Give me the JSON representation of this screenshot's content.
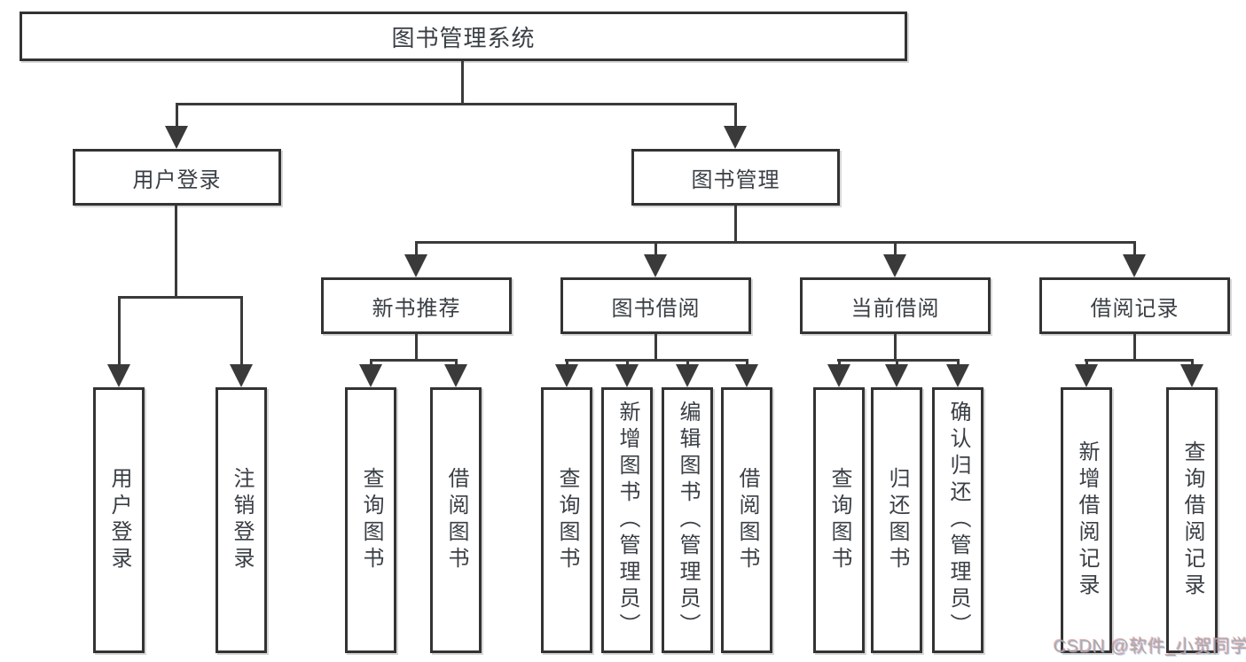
{
  "colors": {
    "background": "#ffffff",
    "box_border": "#333333",
    "connector_line": "#3a3a3a",
    "text": "#3a3f45",
    "watermark_text": "#ababab"
  },
  "diagram": {
    "root": {
      "label": "图书管理系统"
    },
    "level2": [
      {
        "label": "用户登录"
      },
      {
        "label": "图书管理"
      }
    ],
    "level3": [
      {
        "label": "新书推荐"
      },
      {
        "label": "图书借阅"
      },
      {
        "label": "当前借阅"
      },
      {
        "label": "借阅记录"
      }
    ],
    "leaves": [
      {
        "label": "用户登录"
      },
      {
        "label": "注销登录"
      },
      {
        "label": "查询图书"
      },
      {
        "label": "借阅图书"
      },
      {
        "label": "查询图书"
      },
      {
        "label": "新增图书（管理员）"
      },
      {
        "label": "编辑图书（管理员）"
      },
      {
        "label": "借阅图书"
      },
      {
        "label": "查询图书"
      },
      {
        "label": "归还图书"
      },
      {
        "label": "确认归还（管理员）"
      },
      {
        "label": "新增借阅记录"
      },
      {
        "label": "查询借阅记录"
      }
    ],
    "watermark": "CSDN @软件_小贺同学"
  }
}
